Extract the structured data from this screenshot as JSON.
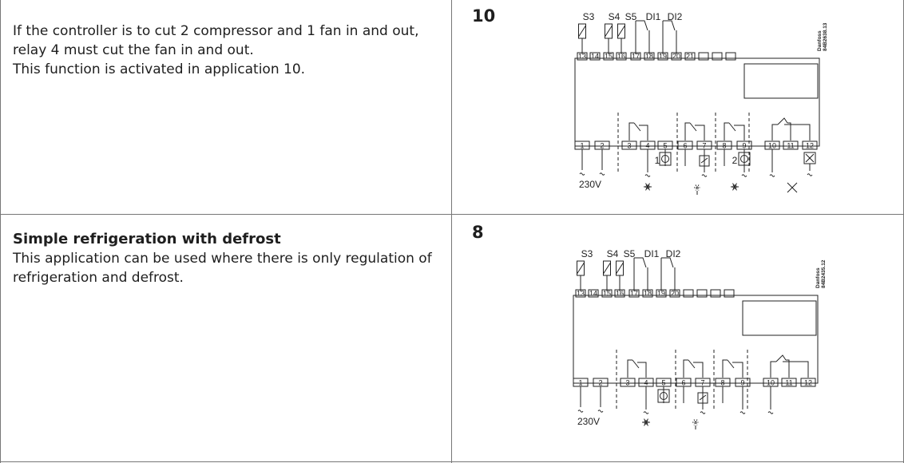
{
  "rows": [
    {
      "heading": "",
      "paragraphs": [
        "If the controller is to cut 2 compressor and 1 fan in and out, relay 4 must cut the fan in and out.",
        "This function is activated in application 10."
      ],
      "app_number": "10",
      "diagram": {
        "top_labels": [
          "S3",
          "S4",
          "S5",
          "DI1",
          "DI2"
        ],
        "top_terminals": [
          "13",
          "14",
          "15",
          "16",
          "17",
          "18",
          "19",
          "20",
          "21"
        ],
        "bottom_terminals": [
          "1",
          "2",
          "3",
          "4",
          "5",
          "6",
          "7",
          "8",
          "9",
          "10",
          "11",
          "12"
        ],
        "supply_label": "230V",
        "compressor_labels": [
          "1",
          "2"
        ],
        "vertical_code": [
          "Danfoss",
          "84B2638.13"
        ]
      }
    },
    {
      "heading": "Simple refrigeration with defrost",
      "paragraphs": [
        "This application can be used where there is only regulation of refrigeration and defrost."
      ],
      "app_number": "8",
      "diagram": {
        "top_labels": [
          "S3",
          "S4",
          "S5",
          "DI1",
          "DI2"
        ],
        "top_terminals": [
          "13",
          "14",
          "15",
          "16",
          "17",
          "18",
          "19",
          "20"
        ],
        "bottom_terminals": [
          "1",
          "2",
          "3",
          "4",
          "5",
          "6",
          "7",
          "8",
          "9",
          "10",
          "11",
          "12"
        ],
        "supply_label": "230V",
        "compressor_labels": [],
        "vertical_code": [
          "Danfoss",
          "84B2435.12"
        ]
      }
    }
  ]
}
